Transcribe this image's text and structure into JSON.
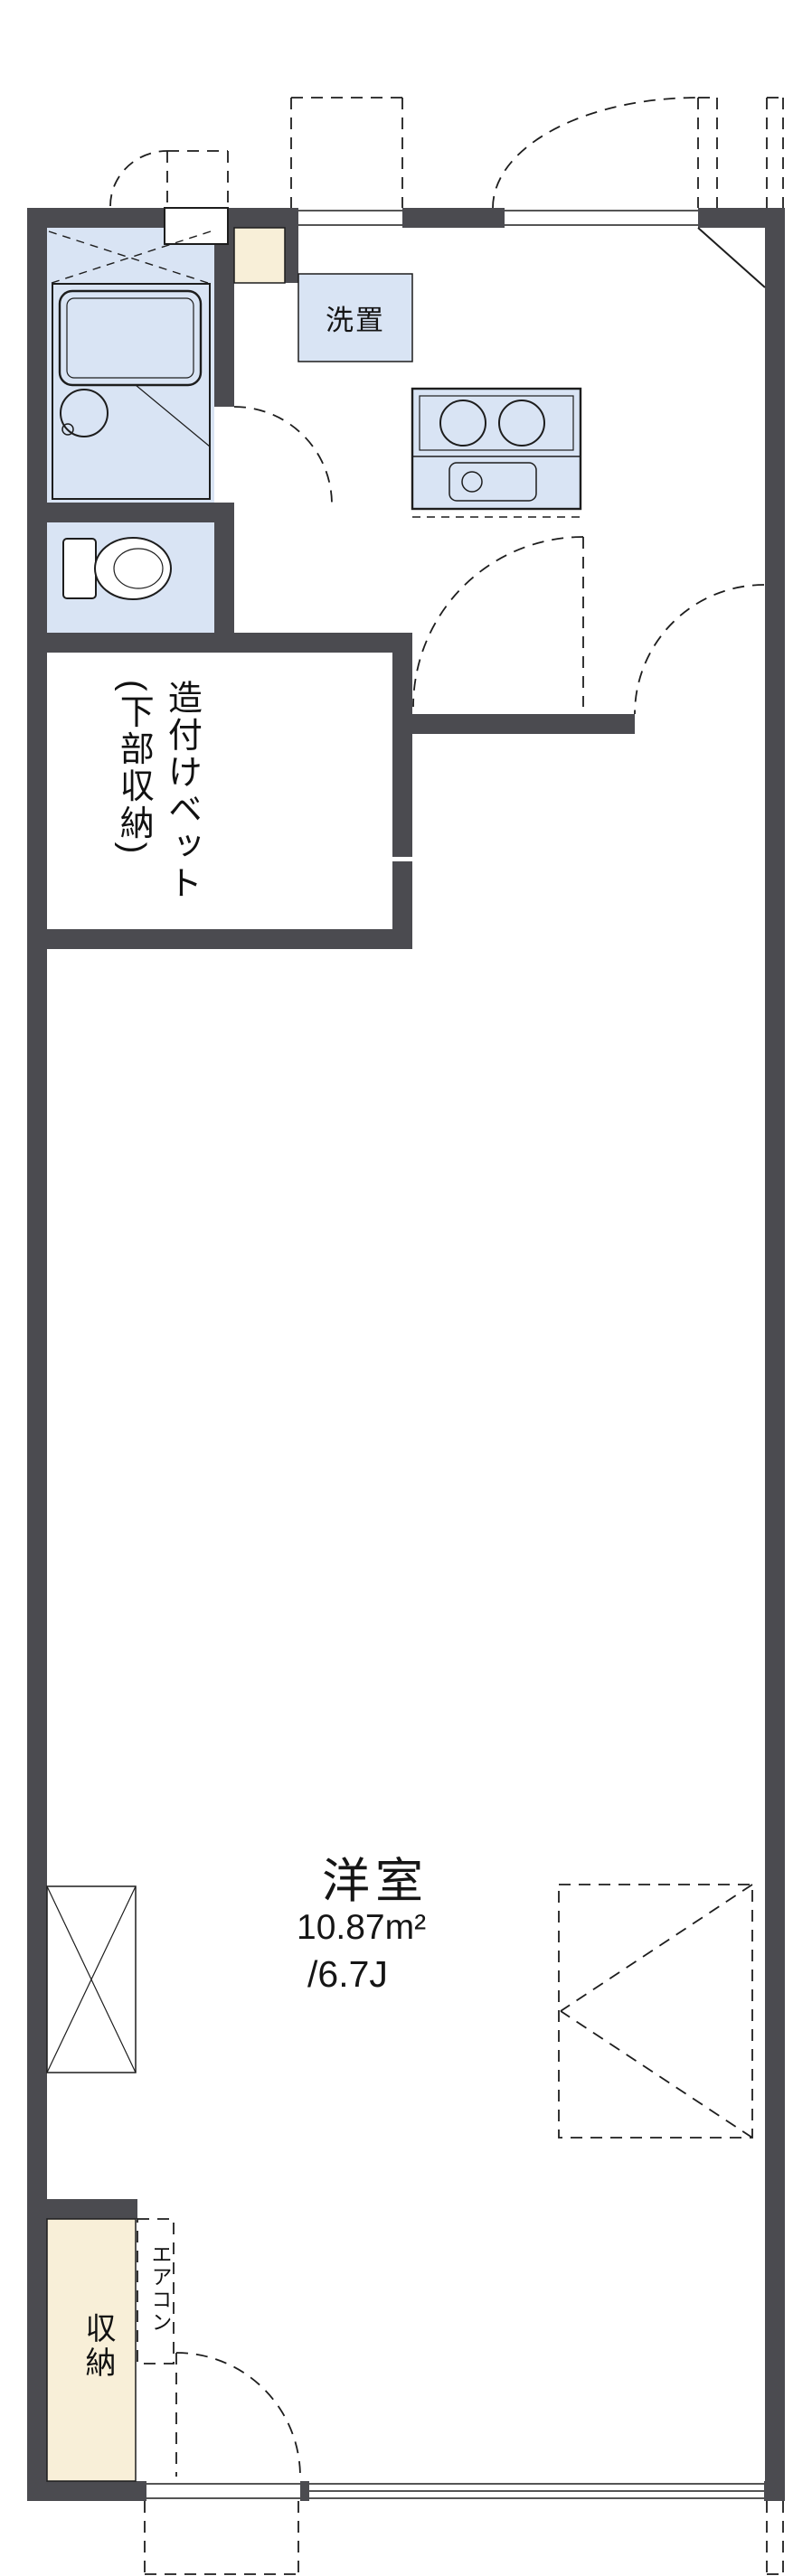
{
  "colors": {
    "wall": "#4b4b50",
    "room_blue": "#d9e4f4",
    "cream": "#f8efd8",
    "line": "#1d1d1d",
    "bg": "#ffffff"
  },
  "labels": {
    "washer": "洗置",
    "bed_line1": "造付けベット",
    "bed_line2": "(下部収納)",
    "room_name": "洋室",
    "room_area": "10.87m²",
    "room_tatami": "/6.7J",
    "closet": "収納",
    "aircon": "エアコン"
  }
}
